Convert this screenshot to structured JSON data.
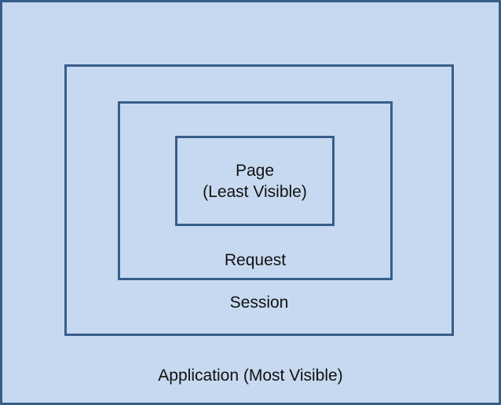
{
  "colors": {
    "fill": "#c6d9f0",
    "border": "#385d8a",
    "text": "#111111"
  },
  "boxes": {
    "page": {
      "line1": "Page",
      "line2": "(Least Visible)"
    },
    "request": {
      "label": "Request"
    },
    "session": {
      "label": "Session"
    },
    "application": {
      "label": "Application (Most Visible)"
    }
  }
}
